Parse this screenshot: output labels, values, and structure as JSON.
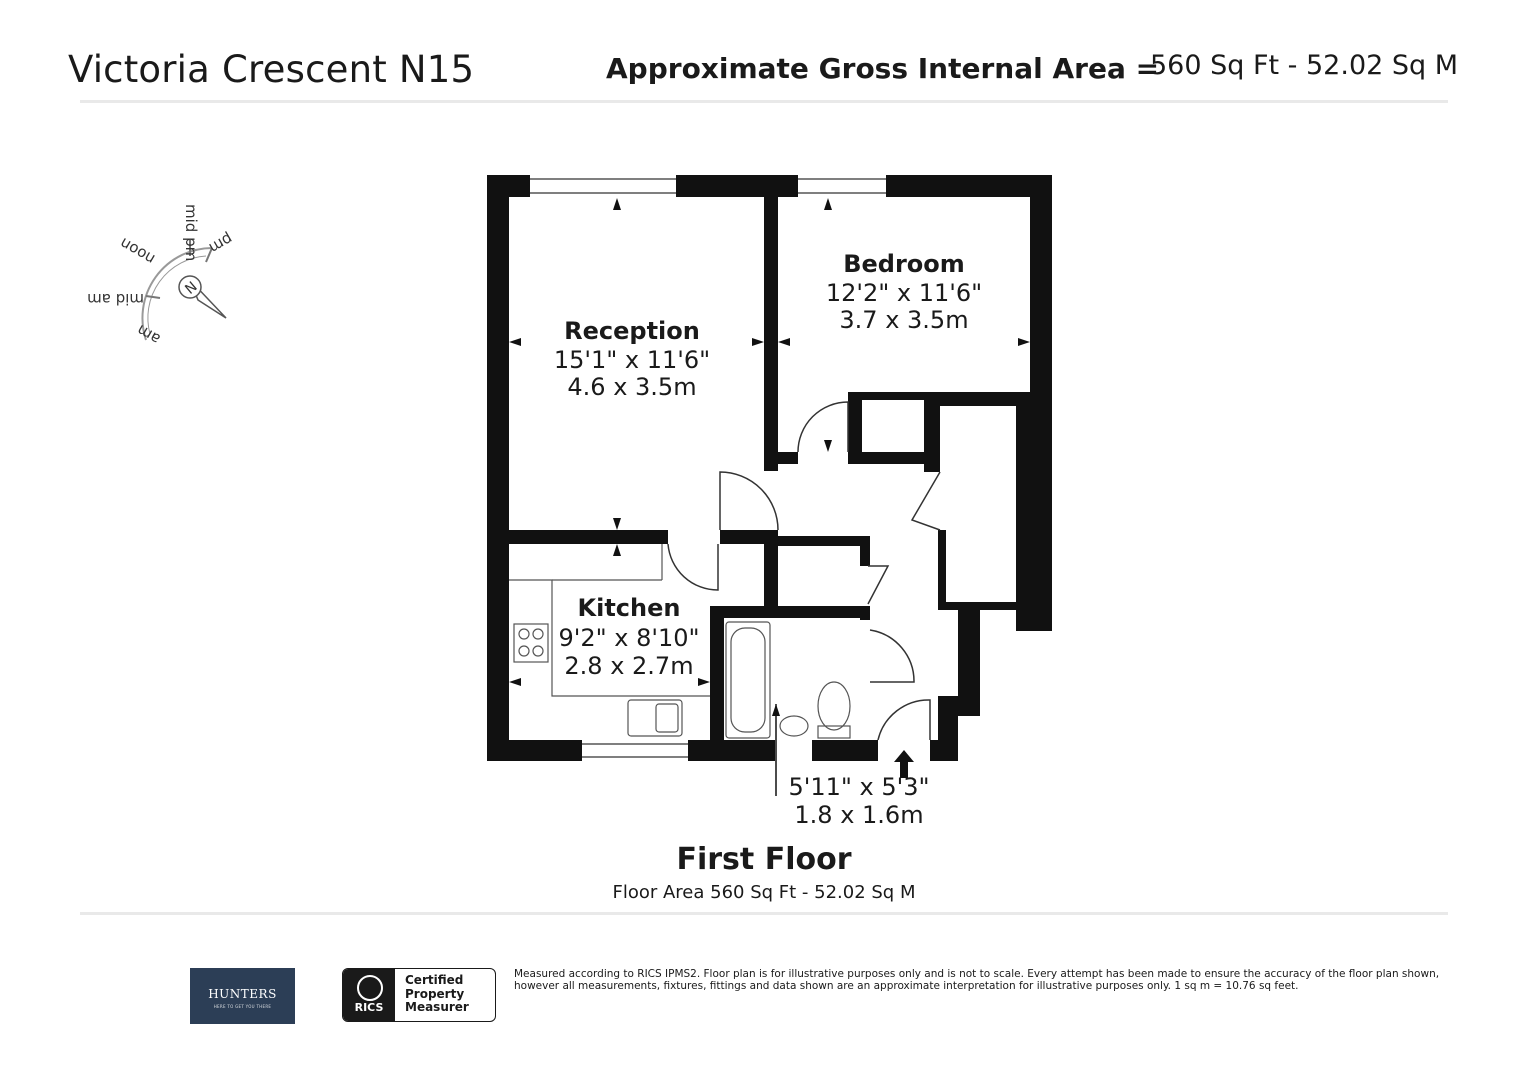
{
  "header": {
    "title": "Victoria Crescent N15",
    "area_label": "Approximate Gross Internal Area =",
    "area_value": "560 Sq Ft - 52.02 Sq M"
  },
  "compass": {
    "labels": [
      "mid pm",
      "pm",
      "noon",
      "mid am",
      "am"
    ],
    "north": "N"
  },
  "rooms": [
    {
      "name": "Bedroom",
      "imperial": "12'2\" x 11'6\"",
      "metric": "3.7 x 3.5m"
    },
    {
      "name": "Reception",
      "imperial": "15'1\" x 11'6\"",
      "metric": "4.6 x 3.5m"
    },
    {
      "name": "Kitchen",
      "imperial": "9'2\" x 8'10\"",
      "metric": "2.8 x 2.7m"
    },
    {
      "name": "",
      "imperial": "5'11\" x 5'3\"",
      "metric": "1.8 x 1.6m"
    }
  ],
  "floor": {
    "title": "First Floor",
    "area": "Floor Area 560 Sq Ft - 52.02 Sq M"
  },
  "footer": {
    "hunters_logo": "HUNTERS",
    "hunters_tagline": "HERE TO GET YOU THERE",
    "rics_logo": "RICS",
    "rics_cert_line1": "Certified",
    "rics_cert_line2": "Property",
    "rics_cert_line3": "Measurer",
    "disclaimer": "Measured according to RICS IPMS2. Floor plan is for illustrative purposes only and is not to scale. Every attempt has been made to ensure the accuracy of the floor plan shown, however all measurements, fixtures, fittings and data shown are an approximate interpretation for illustrative purposes only. 1 sq m = 10.76 sq feet."
  },
  "colors": {
    "wall": "#111111",
    "rule": "#e9e9e9",
    "hunters_bg": "#2c3e56"
  }
}
